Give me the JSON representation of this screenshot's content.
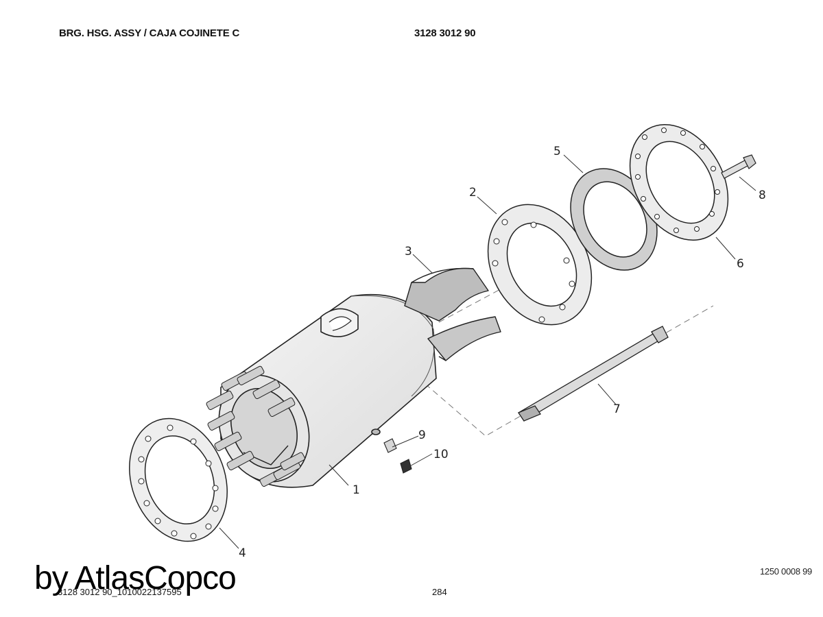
{
  "header": {
    "title": "BRG. HSG. ASSY / CAJA COJINETE C",
    "part_number": "3128 3012 90"
  },
  "callouts": {
    "c1": "1",
    "c2": "2",
    "c3": "3",
    "c4": "4",
    "c5": "5",
    "c6": "6",
    "c7": "7",
    "c8": "8",
    "c9": "9",
    "c10": "10"
  },
  "footer": {
    "drawing_ref": "1250 0008 99",
    "brand": "by AtlasCopco",
    "file_id": "3128 3012 90_1010022137595",
    "page": "284"
  }
}
